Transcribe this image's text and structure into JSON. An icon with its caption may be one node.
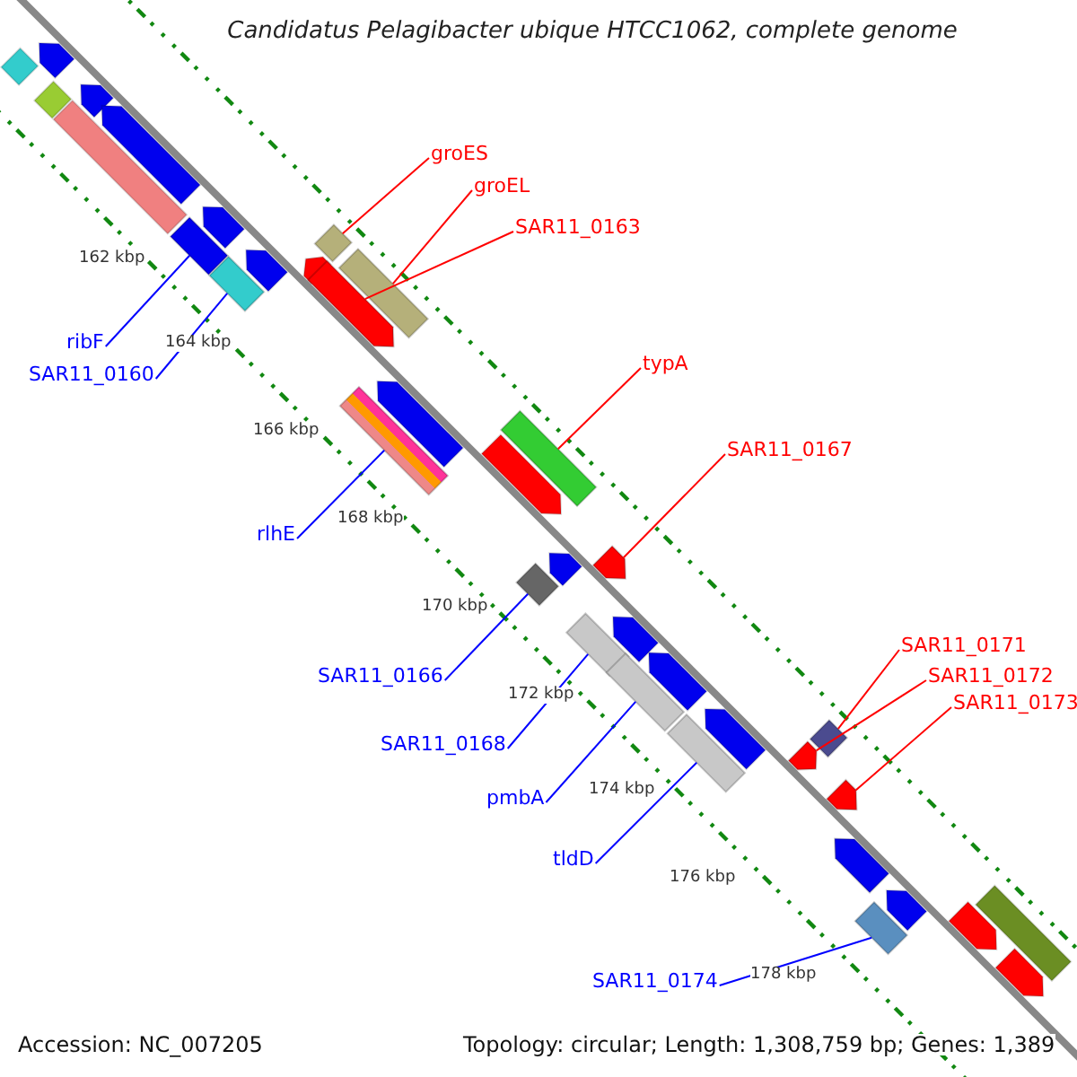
{
  "diagram": {
    "title": "Candidatus Pelagibacter ubique HTCC1062, complete genome",
    "nodes": [
      {
        "text": [
          "groES"
        ]
      },
      {
        "text": [
          "groEL"
        ]
      },
      {
        "text": [
          "SAR11_0163"
        ]
      },
      {
        "text": [
          "ribF"
        ]
      },
      {
        "text": [
          "SAR11_0160"
        ]
      },
      {
        "text": [
          "typA"
        ]
      },
      {
        "text": [
          "rlhE"
        ]
      },
      {
        "text": [
          "SAR11_0167"
        ]
      },
      {
        "text": [
          "SAR11_0166"
        ]
      },
      {
        "text": [
          "SAR11_0171"
        ]
      },
      {
        "text": [
          "SAR11_0172"
        ]
      },
      {
        "text": [
          "SAR11_0168"
        ]
      },
      {
        "text": [
          "SAR11_0173"
        ]
      },
      {
        "text": [
          "pmbA"
        ]
      },
      {
        "text": [
          "tldD"
        ]
      },
      {
        "text": [
          "SAR11_0174"
        ]
      },
      {
        "text": [],
        "shape": "bar"
      },
      {
        "text": [],
        "shape": "bar"
      },
      {
        "text": [],
        "shape": "pentagon"
      },
      {
        "text": [],
        "shape": "bar"
      },
      {
        "text": [],
        "shape": "bar"
      },
      {
        "text": [],
        "shape": "bar"
      },
      {
        "text": [],
        "shape": "bar"
      },
      {
        "text": [],
        "shape": "pentagon"
      },
      {
        "text": [],
        "shape": "bar"
      },
      {
        "text": [],
        "shape": "bar"
      },
      {
        "text": [],
        "shape": "pentagon"
      },
      {
        "text": [],
        "shape": "bar"
      },
      {
        "text": [],
        "shape": "pentagon"
      },
      {
        "text": [],
        "shape": "bar"
      },
      {
        "text": [],
        "shape": "bar"
      },
      {
        "text": [],
        "shape": "bar"
      },
      {
        "text": [],
        "shape": "pentagon"
      }
    ],
    "edges": [
      {
        "from": 0,
        "to": 16,
        "arrow": "none",
        "color": "#ff0000"
      },
      {
        "from": 1,
        "to": 17,
        "arrow": "none",
        "color": "#ff0000"
      },
      {
        "from": 2,
        "to": 18,
        "arrow": "none",
        "color": "#ff0000"
      },
      {
        "from": 3,
        "to": 19,
        "arrow": "none",
        "color": "#0000ff"
      },
      {
        "from": 4,
        "to": 20,
        "arrow": "none",
        "color": "#0000ff"
      },
      {
        "from": 5,
        "to": 21,
        "arrow": "none",
        "color": "#ff0000"
      },
      {
        "from": 6,
        "to": 22,
        "arrow": "none",
        "color": "#0000ff"
      },
      {
        "from": 7,
        "to": 23,
        "arrow": "none",
        "color": "#ff0000"
      },
      {
        "from": 8,
        "to": 24,
        "arrow": "none",
        "color": "#0000ff"
      },
      {
        "from": 9,
        "to": 25,
        "arrow": "none",
        "color": "#ff0000"
      },
      {
        "from": 10,
        "to": 26,
        "arrow": "none",
        "color": "#ff0000"
      },
      {
        "from": 11,
        "to": 27,
        "arrow": "none",
        "color": "#0000ff"
      },
      {
        "from": 12,
        "to": 28,
        "arrow": "none",
        "color": "#ff0000"
      },
      {
        "from": 13,
        "to": 29,
        "arrow": "none",
        "color": "#0000ff"
      },
      {
        "from": 14,
        "to": 30,
        "arrow": "none",
        "color": "#0000ff"
      },
      {
        "from": 15,
        "to": 31,
        "arrow": "none",
        "color": "#0000ff"
      }
    ],
    "labels": [
      "162 kbp",
      "164 kbp",
      "166 kbp",
      "168 kbp",
      "170 kbp",
      "172 kbp",
      "174 kbp",
      "176 kbp",
      "178 kbp",
      "Accession: NC_007205",
      "Topology: circular; Length: 1,308,759 bp; Genes: 1,389"
    ]
  }
}
